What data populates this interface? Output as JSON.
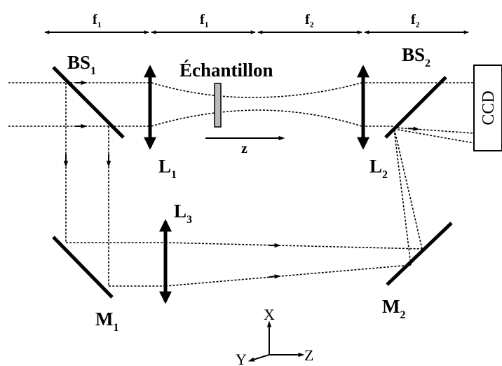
{
  "labels": {
    "bs1": "BS",
    "bs1_sub": "1",
    "bs2": "BS",
    "bs2_sub": "2",
    "l1": "L",
    "l1_sub": "1",
    "l2": "L",
    "l2_sub": "2",
    "l3": "L",
    "l3_sub": "3",
    "m1": "M",
    "m1_sub": "1",
    "m2": "M",
    "m2_sub": "2",
    "sample": "Échantillon",
    "z_arrow": "z",
    "ccd": "CCD"
  },
  "focal": [
    {
      "label": "f",
      "sub": "1"
    },
    {
      "label": "f",
      "sub": "1"
    },
    {
      "label": "f",
      "sub": "2"
    },
    {
      "label": "f",
      "sub": "2"
    }
  ],
  "axes": {
    "x": "X",
    "y": "Y",
    "z": "Z"
  },
  "colors": {
    "ink": "#000000",
    "sample_fill": "#bbbbbb"
  }
}
